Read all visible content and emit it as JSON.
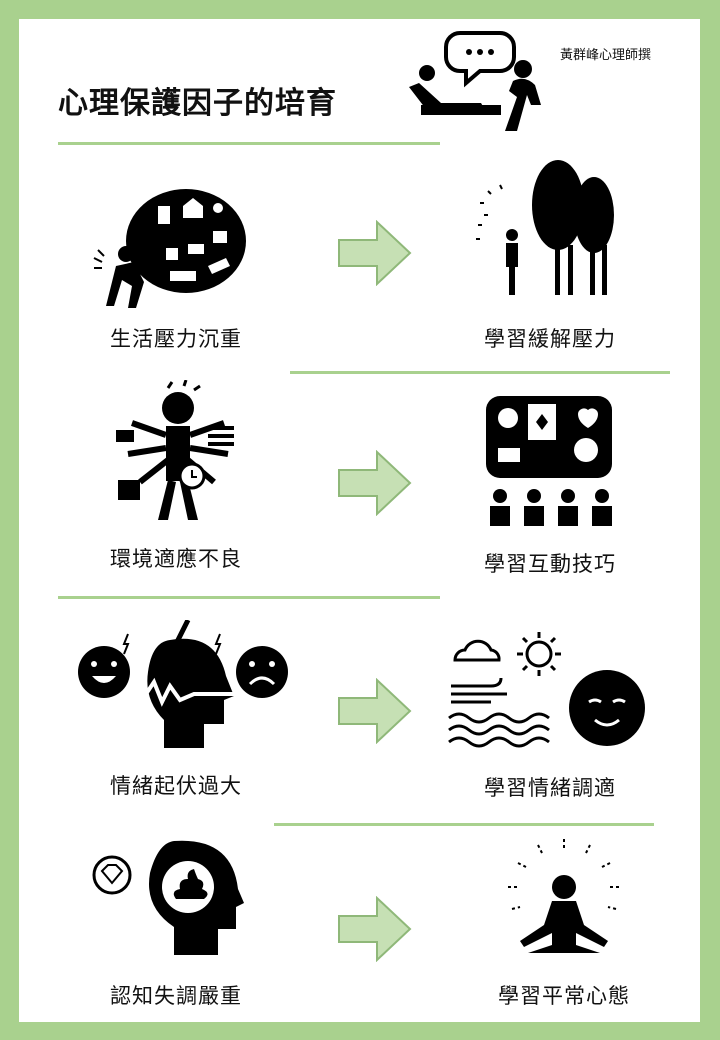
{
  "title": "心理保護因子的培育",
  "author": "黃群峰心理師撰",
  "rows": [
    {
      "problem": "生活壓力沉重",
      "solution": "學習緩解壓力"
    },
    {
      "problem": "環境適應不良",
      "solution": "學習互動技巧"
    },
    {
      "problem": "情緒起伏過大",
      "solution": "學習情緒調適"
    },
    {
      "problem": "認知失調嚴重",
      "solution": "學習平常心態"
    }
  ],
  "colors": {
    "border": "#a9d18e",
    "arrow_fill": "#c6e0b4",
    "arrow_stroke": "#8fb879",
    "icon": "#000000"
  },
  "icons": [
    "therapy-session-icon",
    "burden-bag-icon",
    "tree-nature-icon",
    "multitasking-person-icon",
    "group-activity-icon",
    "headache-mood-icon",
    "weather-smile-icon",
    "diamond-poop-head-icon",
    "meditation-icon"
  ]
}
